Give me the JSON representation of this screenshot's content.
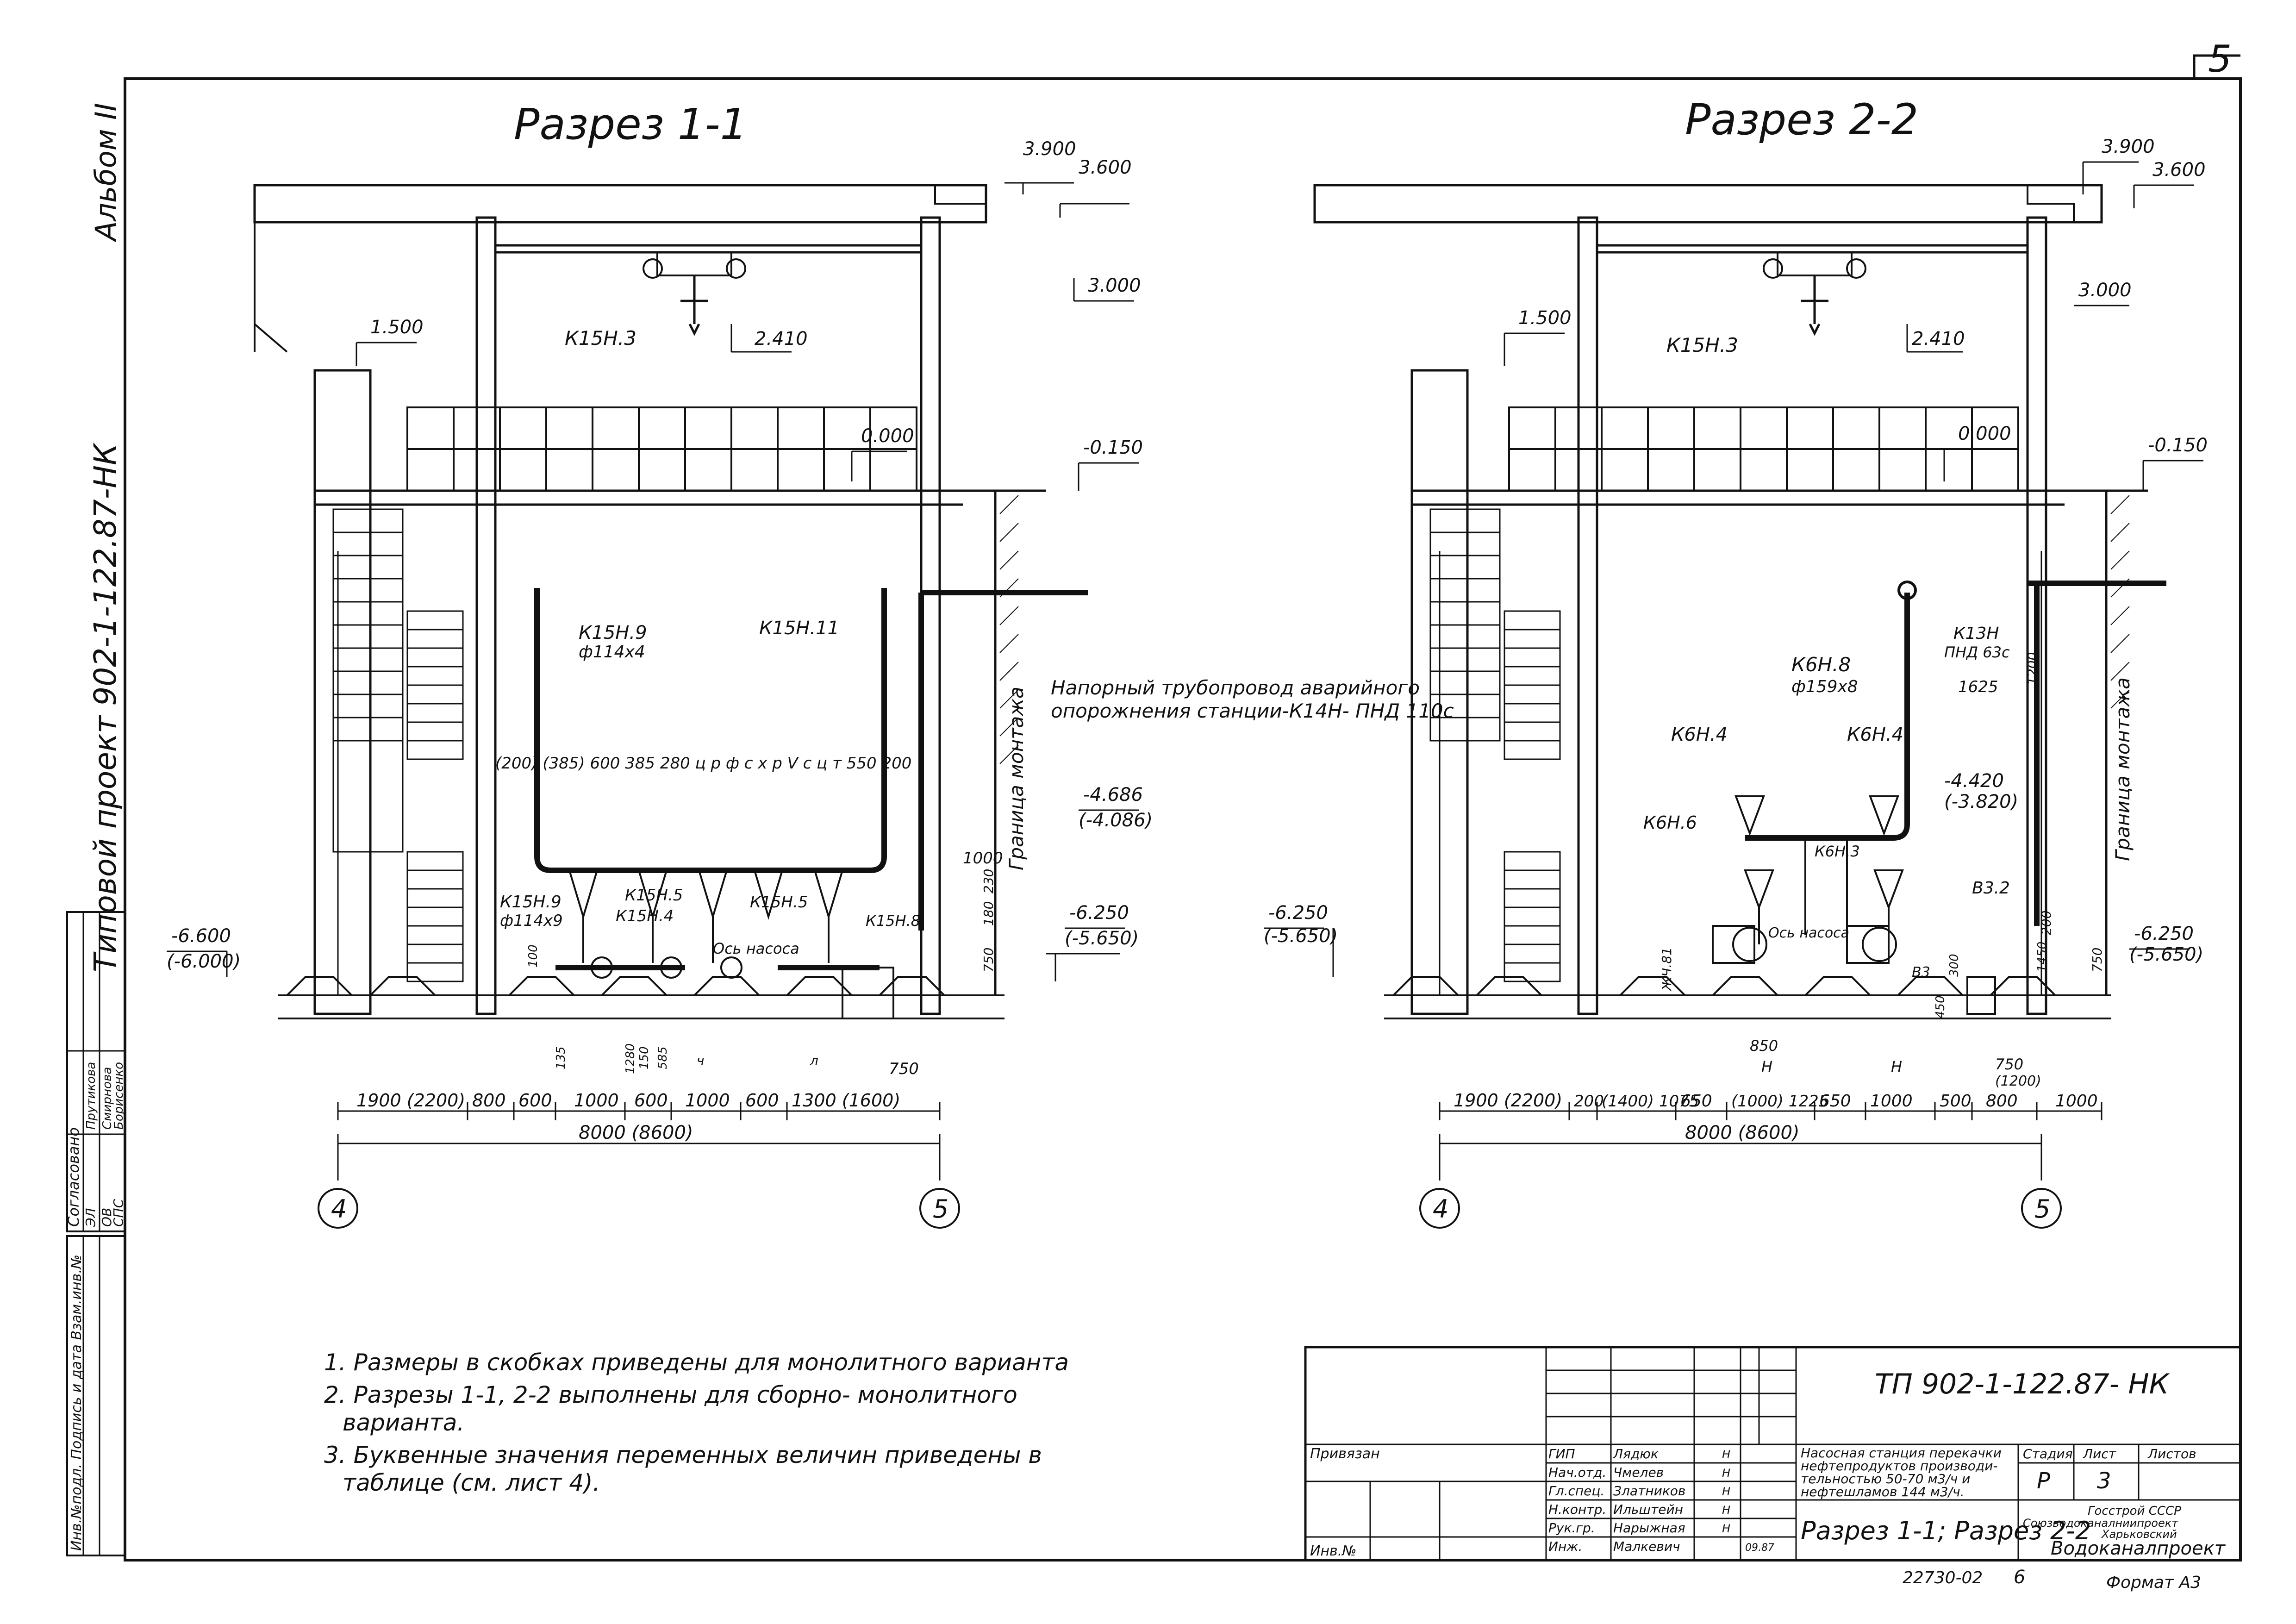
{
  "sheet": {
    "sheet_number": "5",
    "album": "Альбом II",
    "project_side": "Типовой проект 902-1-122.87-НК"
  },
  "section1": {
    "title": "Разрез 1-1",
    "elevations": [
      "3.900",
      "3.600",
      "3.000",
      "2.410",
      "1.500",
      "0.000",
      "-0.150",
      "-4.686",
      "(-4.086)",
      "-6.250",
      "(-5.650)",
      "-6.600",
      "(-6.000)"
    ],
    "labels": [
      "К15Н.3",
      "К15Н.9",
      "ф114х4",
      "К15Н.11",
      "К15Н.9",
      "ф114х9",
      "К15Н.5",
      "К15Н.4",
      "К15Н.5",
      "К15Н.8",
      "Ось насоса"
    ],
    "note_pipe": "Напорный трубопровод аварийного",
    "note_pipe2": "опорожнения станции-К14Н- ПНД 110с",
    "boundary": "Граница монтажа",
    "letters": "(200) (385) 600 385 280 ц р ф с х р V с ц т 550 200",
    "small_dims": [
      "1000",
      "230",
      "180",
      "750",
      "100",
      "135",
      "1280",
      "150",
      "585",
      "ч",
      "л",
      "750"
    ],
    "dims_row": [
      "1900 (2200)",
      "800",
      "600",
      "1000",
      "600",
      "1000",
      "600",
      "1300 (1600)"
    ],
    "total": "8000 (8600)",
    "axis_left": "4",
    "axis_right": "5"
  },
  "section2": {
    "title": "Разрез 2-2",
    "elevations": [
      "3.900",
      "3.600",
      "3.000",
      "2.410",
      "1.500",
      "0.000",
      "-0.150",
      "-4.420",
      "(-3.820)",
      "-6.250",
      "(-5.650)",
      "-6.250",
      "(-5.650)"
    ],
    "labels": [
      "К15Н.3",
      "К13Н",
      "ПНД 63с",
      "К6Н.8",
      "ф159х8",
      "1625",
      "К6Н.4",
      "К6Н.4",
      "К6Н.6",
      "К6Н.3",
      "В3.2",
      "Ось насоса",
      "В3"
    ],
    "boundary": "Граница монтажа",
    "small_dims": [
      "1200",
      "200",
      "750",
      "1450",
      "450",
      "300",
      "850",
      "Н",
      "Н",
      "750",
      "(1200)",
      "ЖЧ.81"
    ],
    "dims_row": [
      "1900 (2200)",
      "200",
      "(1400) 1075",
      "650",
      "(1000) 1225",
      "650",
      "1000",
      "500",
      "800",
      "1000"
    ],
    "total": "8000 (8600)",
    "axis_left": "4",
    "axis_right": "5"
  },
  "notes": [
    "1. Размеры в скобках приведены для монолитного варианта",
    "2. Разрезы 1-1, 2-2 выполнены для сборно- монолитного",
    "вариантa.",
    "3. Буквенные значения переменных величин приведены в",
    "таблице (см. лист 4)."
  ],
  "left_stamp": {
    "agreed": "Согласовано",
    "rows": [
      {
        "dept": "ЭЛ",
        "name": "Прутикова"
      },
      {
        "dept": "ОВ",
        "name": "Смирнова"
      },
      {
        "dept": "СПС",
        "name": "Борисенко"
      }
    ],
    "inv": "Инв.№подл. Подпись и дата Взам.инв.№"
  },
  "title_block": {
    "code": "ТП 902-1-122.87- НК",
    "privyazan": "Привязан",
    "inv_no": "Инв.№",
    "staff": [
      {
        "role": "ГИП",
        "name": "Лядюк",
        "note": "Н"
      },
      {
        "role": "Нач.отд.",
        "name": "Чмелев",
        "note": "Н"
      },
      {
        "role": "Гл.спец.",
        "name": "Златников",
        "note": "Н"
      },
      {
        "role": "Н.контр.",
        "name": "Ильштейн",
        "note": "Н"
      },
      {
        "role": "Рук.гр.",
        "name": "Нарыжная",
        "note": "Н"
      },
      {
        "role": "Инж.",
        "name": "Малкевич",
        "note": "09.87"
      }
    ],
    "project_desc": [
      "Насосная станция перекачки",
      "нефтепродуктов производи-",
      "тельностью 50-70 м3/ч и",
      "нефтешламов 144 м3/ч."
    ],
    "stage_h": "Стадия",
    "sheet_h": "Лист",
    "sheets_h": "Листов",
    "stage": "Р",
    "sheet": "3",
    "sheet_name": "Разрез 1-1; Разрез 2-2",
    "org": [
      "Госстрой СССР",
      "Союзводоканалниипроект",
      "Харьковский",
      "Водоканалпроект"
    ],
    "footer_code": "22730-02",
    "footer_num": "6",
    "format": "Формат А3"
  }
}
